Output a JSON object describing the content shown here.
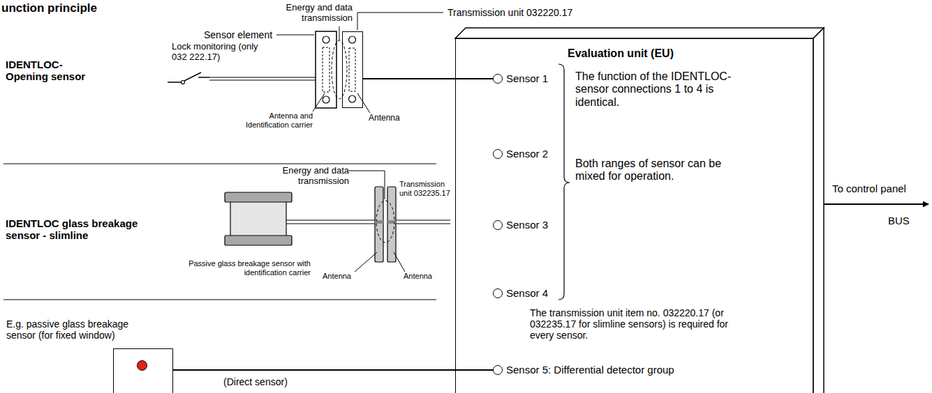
{
  "diagram": {
    "title": "unction principle",
    "nodes": [
      {
        "text": [
          "Transmission unit 032220.17"
        ]
      },
      {
        "text": [
          "Evaluation unit (EU)",
          "The function of the IDENTLOC-sensor connections 1 to 4 is identical.",
          "Both ranges of sensor can be mixed for operation.",
          "The transmission unit item no. 032220.17 (or 032235.17 for slimline sensors) is required for every sensor."
        ]
      },
      {
        "text": [
          "Sensor 1"
        ],
        "in": 1
      },
      {
        "text": [
          "Sensor 2"
        ],
        "in": 1
      },
      {
        "text": [
          "Sensor 3"
        ],
        "in": 1
      },
      {
        "text": [
          "Sensor 4"
        ],
        "in": 1
      },
      {
        "text": [
          "Sensor 5: Differential detector group"
        ],
        "in": 1
      },
      {
        "text": [
          "E.g. passive glass breakage sensor (for fixed window)"
        ]
      }
    ],
    "edges": [
      {
        "from": 0,
        "to": 2,
        "arrow": "none"
      },
      {
        "from": 7,
        "to": 6,
        "label": "(Direct sensor)",
        "arrow": "none"
      }
    ],
    "labels": [
      "Energy and data transmission",
      "Sensor element",
      "Lock monitoring (only 032 222.17)",
      "IDENTLOC- Opening sensor",
      "Antenna and Identification carrier",
      "Antenna",
      "Energy and data transmission",
      "Transmission unit 032235.17",
      "IDENTLOC glass breakage sensor - slimline",
      "Passive glass breakage sensor with identification carrier",
      "Antenna",
      "Antenna",
      "To control panel",
      "BUS"
    ]
  }
}
